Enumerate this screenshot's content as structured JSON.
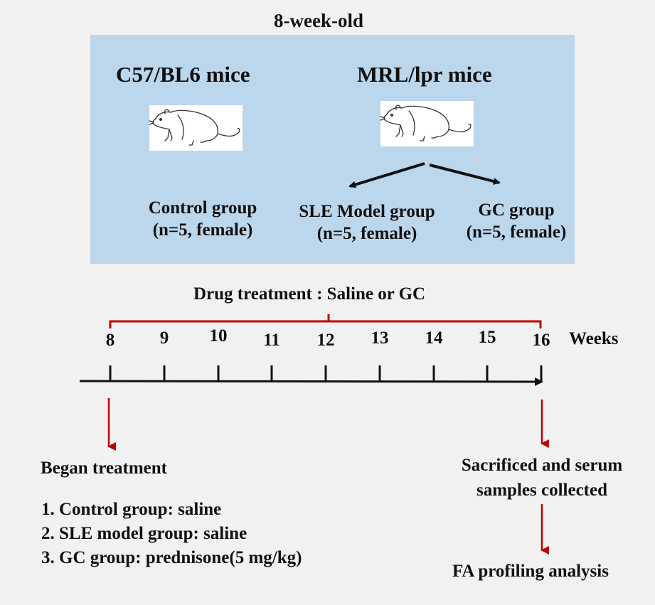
{
  "header": {
    "age_label": "8-week-old"
  },
  "strains": {
    "c57": {
      "label": "C57/BL6 mice",
      "icon": "mouse-icon"
    },
    "mrl": {
      "label": "MRL/lpr mice",
      "icon": "mouse-icon"
    }
  },
  "groups": {
    "control": {
      "name": "Control group",
      "detail": "(n=5, female)"
    },
    "sle": {
      "name": "SLE Model group",
      "detail": "(n=5, female)"
    },
    "gc": {
      "name": "GC group",
      "detail": "(n=5, female)"
    }
  },
  "timeline": {
    "treatment_label": "Drug treatment : Saline or GC",
    "weeks": [
      "8",
      "9",
      "10",
      "11",
      "12",
      "13",
      "14",
      "15",
      "16"
    ],
    "unit_label": "Weeks"
  },
  "start": {
    "title": "Began treatment",
    "items": [
      "1. Control group: saline",
      "2. SLE model group: saline",
      "3. GC group: prednisone(5 mg/kg)"
    ]
  },
  "end": {
    "line1": "Sacrificed and serum",
    "line2": "samples collected",
    "analysis": "FA profiling analysis"
  },
  "colors": {
    "panel": "#bcd6ec",
    "bracket": "#c00000",
    "arrow_red": "#c00000",
    "axis": "#111111"
  }
}
